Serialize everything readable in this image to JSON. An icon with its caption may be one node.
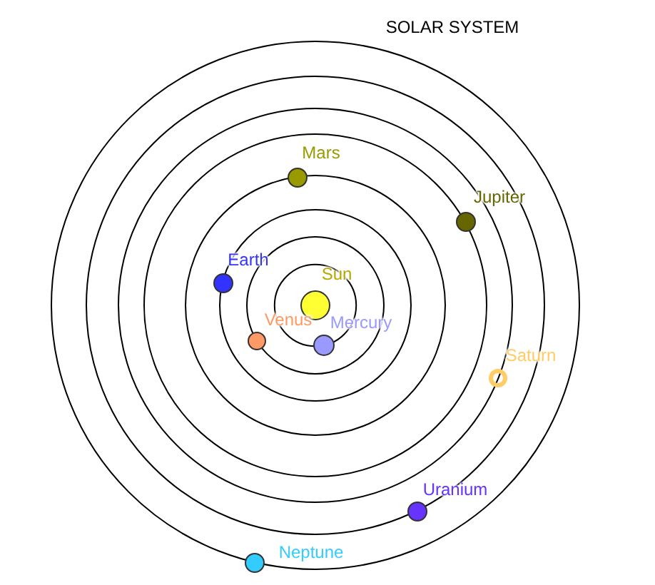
{
  "diagram": {
    "title": "SOLAR SYSTEM",
    "nodes": [
      {
        "text": [
          "Sun"
        ]
      },
      {
        "text": [
          "Mercury"
        ]
      },
      {
        "text": [
          "Venus"
        ]
      },
      {
        "text": [
          "Earth"
        ]
      },
      {
        "text": [
          "Mars"
        ]
      },
      {
        "text": [
          "Jupiter"
        ]
      },
      {
        "text": [
          "Saturn"
        ]
      },
      {
        "text": [
          "Uranium"
        ]
      },
      {
        "text": [
          "Neptune"
        ]
      }
    ]
  }
}
